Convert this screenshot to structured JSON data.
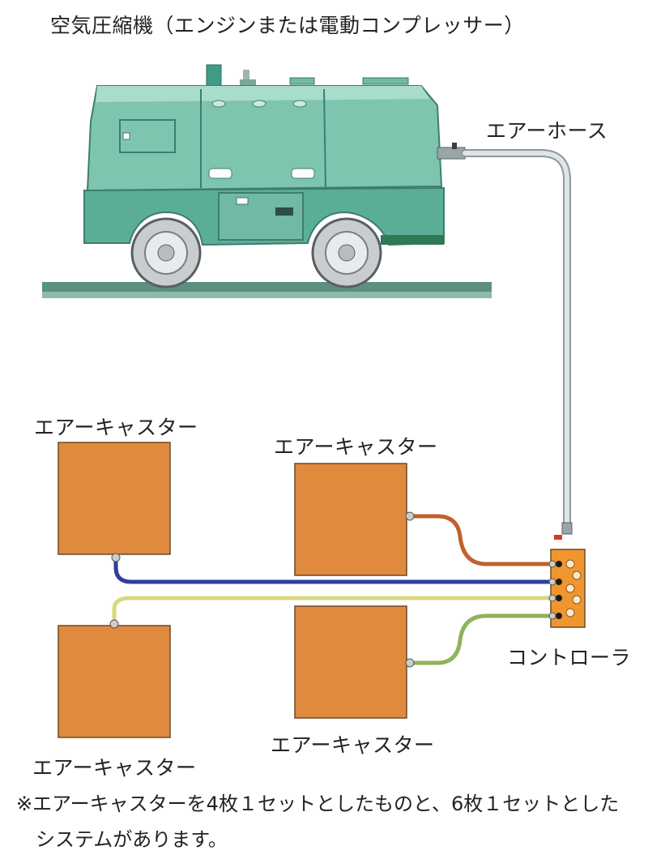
{
  "title": "空気圧縮機（エンジンまたは電動コンプレッサー）",
  "labels": {
    "air_hose": "エアーホース",
    "caster_top_left": "エアーキャスター",
    "caster_top_right": "エアーキャスター",
    "caster_bottom_left": "エアーキャスター",
    "caster_bottom_right": "エアーキャスター",
    "controller": "コントローラ"
  },
  "note": {
    "line1": "※エアーキャスターを4枚１セットとしたものと、6枚１セットとした",
    "line2": "システムがあります。"
  },
  "colors": {
    "compressor_body": "#6fb9a5",
    "ground": "#5b8f80",
    "caster_pad": "#e08a3e",
    "controller_box": "#f0962e",
    "hose_main": "#b8c2c8",
    "hose_blue": "#2e3f9a",
    "hose_brown": "#c0602e",
    "hose_yellow": "#d8d880",
    "hose_green": "#8fb35a"
  }
}
